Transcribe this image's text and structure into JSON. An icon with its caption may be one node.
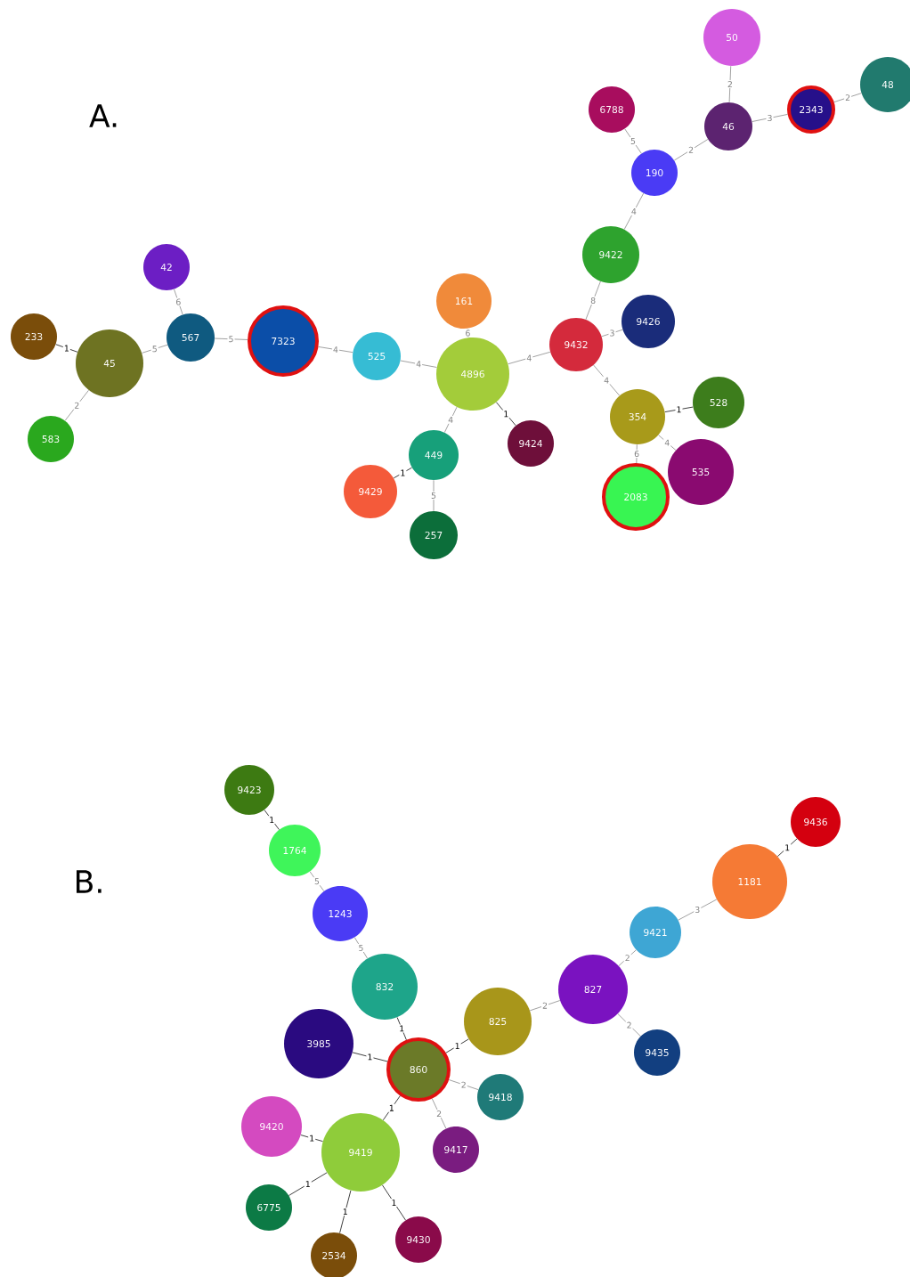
{
  "diagram": {
    "nodes": [
      {
        "text": [
          "50"
        ]
      },
      {
        "text": [
          "6788"
        ]
      },
      {
        "text": [
          "46"
        ]
      },
      {
        "text": [
          "2343"
        ]
      },
      {
        "text": [
          "48"
        ]
      },
      {
        "text": [
          "190"
        ]
      },
      {
        "text": [
          "9422"
        ]
      },
      {
        "text": [
          "42"
        ]
      },
      {
        "text": [
          "233"
        ]
      },
      {
        "text": [
          "567"
        ]
      },
      {
        "text": [
          "7323"
        ]
      },
      {
        "text": [
          "45"
        ]
      },
      {
        "text": [
          "161"
        ]
      },
      {
        "text": [
          "9426"
        ]
      },
      {
        "text": [
          "525"
        ]
      },
      {
        "text": [
          "4896"
        ]
      },
      {
        "text": [
          "9432"
        ]
      },
      {
        "text": [
          "583"
        ]
      },
      {
        "text": [
          "528"
        ]
      },
      {
        "text": [
          "354"
        ]
      },
      {
        "text": [
          "9424"
        ]
      },
      {
        "text": [
          "449"
        ]
      },
      {
        "text": [
          "535"
        ]
      },
      {
        "text": [
          "9429"
        ]
      },
      {
        "text": [
          "2083"
        ]
      },
      {
        "text": [
          "257"
        ]
      },
      {
        "text": [
          "9423"
        ]
      },
      {
        "text": [
          "9436"
        ]
      },
      {
        "text": [
          "1764"
        ]
      },
      {
        "text": [
          "1181"
        ]
      },
      {
        "text": [
          "1243"
        ]
      },
      {
        "text": [
          "9421"
        ]
      },
      {
        "text": [
          "832"
        ]
      },
      {
        "text": [
          "827"
        ]
      },
      {
        "text": [
          "825"
        ]
      },
      {
        "text": [
          "3985"
        ]
      },
      {
        "text": [
          "9435"
        ]
      },
      {
        "text": [
          "860"
        ]
      },
      {
        "text": [
          "9418"
        ]
      },
      {
        "text": [
          "9420"
        ]
      },
      {
        "text": [
          "9417"
        ]
      },
      {
        "text": [
          "9419"
        ]
      },
      {
        "text": [
          "6775"
        ]
      },
      {
        "text": [
          "9430"
        ]
      },
      {
        "text": [
          "2534"
        ]
      }
    ],
    "edges": [
      {
        "from": 0,
        "to": 2,
        "arrow": "none",
        "label": "2"
      },
      {
        "from": 2,
        "to": 3,
        "arrow": "none",
        "label": "3"
      },
      {
        "from": 3,
        "to": 4,
        "arrow": "none",
        "label": "2"
      },
      {
        "from": 1,
        "to": 5,
        "arrow": "none",
        "label": "5"
      },
      {
        "from": 5,
        "to": 2,
        "arrow": "none",
        "label": "2"
      },
      {
        "from": 6,
        "to": 5,
        "arrow": "none",
        "label": "4"
      },
      {
        "from": 16,
        "to": 6,
        "arrow": "none",
        "label": "8"
      },
      {
        "from": 16,
        "to": 13,
        "arrow": "none",
        "label": "3"
      },
      {
        "from": 15,
        "to": 16,
        "arrow": "none",
        "label": "4"
      },
      {
        "from": 16,
        "to": 19,
        "arrow": "none",
        "label": "4"
      },
      {
        "from": 19,
        "to": 18,
        "arrow": "none",
        "label": "1",
        "color": "#333333"
      },
      {
        "from": 19,
        "to": 22,
        "arrow": "none",
        "label": "4"
      },
      {
        "from": 19,
        "to": 24,
        "arrow": "none",
        "label": "6"
      },
      {
        "from": 15,
        "to": 12,
        "arrow": "none",
        "label": "6"
      },
      {
        "from": 14,
        "to": 15,
        "arrow": "none",
        "label": "4"
      },
      {
        "from": 10,
        "to": 14,
        "arrow": "none",
        "label": "4"
      },
      {
        "from": 9,
        "to": 10,
        "arrow": "none",
        "label": "5"
      },
      {
        "from": 11,
        "to": 9,
        "arrow": "none",
        "label": "5"
      },
      {
        "from": 7,
        "to": 9,
        "arrow": "none",
        "label": "6"
      },
      {
        "from": 8,
        "to": 11,
        "arrow": "none",
        "label": "1",
        "color": "#333333"
      },
      {
        "from": 11,
        "to": 17,
        "arrow": "none",
        "label": "2"
      },
      {
        "from": 15,
        "to": 20,
        "arrow": "none",
        "label": "1",
        "color": "#333333"
      },
      {
        "from": 15,
        "to": 21,
        "arrow": "none",
        "label": "4"
      },
      {
        "from": 21,
        "to": 23,
        "arrow": "none",
        "label": "1",
        "color": "#333333"
      },
      {
        "from": 21,
        "to": 25,
        "arrow": "none",
        "label": "5"
      },
      {
        "from": 26,
        "to": 28,
        "arrow": "none",
        "label": "1",
        "color": "#333333"
      },
      {
        "from": 28,
        "to": 30,
        "arrow": "none",
        "label": "5"
      },
      {
        "from": 30,
        "to": 32,
        "arrow": "none",
        "label": "5"
      },
      {
        "from": 32,
        "to": 37,
        "arrow": "none",
        "label": "1",
        "color": "#333333"
      },
      {
        "from": 35,
        "to": 37,
        "arrow": "none",
        "label": "1",
        "color": "#333333"
      },
      {
        "from": 37,
        "to": 34,
        "arrow": "none",
        "label": "1",
        "color": "#333333"
      },
      {
        "from": 34,
        "to": 33,
        "arrow": "none",
        "label": "2"
      },
      {
        "from": 33,
        "to": 31,
        "arrow": "none",
        "label": "2"
      },
      {
        "from": 31,
        "to": 29,
        "arrow": "none",
        "label": "3"
      },
      {
        "from": 29,
        "to": 27,
        "arrow": "none",
        "label": "1",
        "color": "#333333"
      },
      {
        "from": 33,
        "to": 36,
        "arrow": "none",
        "label": "2"
      },
      {
        "from": 37,
        "to": 38,
        "arrow": "none",
        "label": "2"
      },
      {
        "from": 37,
        "to": 40,
        "arrow": "none",
        "label": "2"
      },
      {
        "from": 37,
        "to": 41,
        "arrow": "none",
        "label": "1",
        "color": "#333333"
      },
      {
        "from": 39,
        "to": 41,
        "arrow": "none",
        "label": "1",
        "color": "#333333"
      },
      {
        "from": 42,
        "to": 41,
        "arrow": "none",
        "label": "1",
        "color": "#333333"
      },
      {
        "from": 44,
        "to": 41,
        "arrow": "none",
        "label": "1",
        "color": "#333333"
      },
      {
        "from": 43,
        "to": 41,
        "arrow": "none",
        "label": "1",
        "color": "#333333"
      }
    ],
    "labels": [
      "A.",
      "B."
    ]
  }
}
